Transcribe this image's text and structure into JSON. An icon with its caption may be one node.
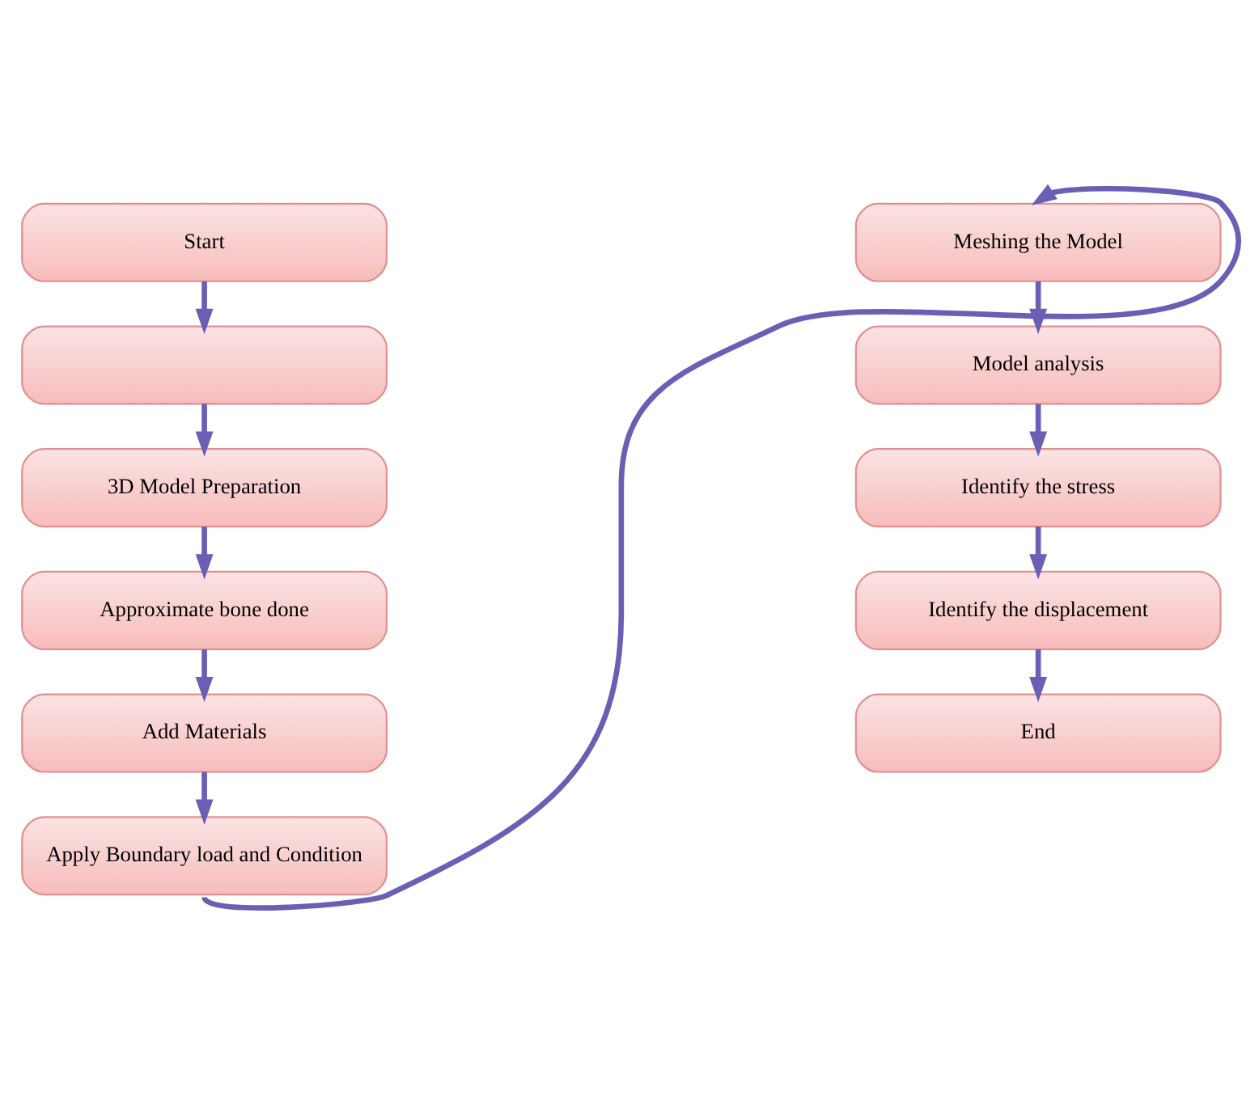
{
  "diagram": {
    "nodes": [
      {
        "text": [
          "Start"
        ]
      },
      {
        "text": [],
        "shape": "box"
      },
      {
        "text": [
          "3D Model Preparation"
        ]
      },
      {
        "text": [
          "Approximate bone done"
        ]
      },
      {
        "text": [
          "Add Materials"
        ]
      },
      {
        "text": [
          "Apply Boundary load and Condition"
        ]
      },
      {
        "text": [
          "Meshing the Model"
        ]
      },
      {
        "text": [
          "Model analysis"
        ]
      },
      {
        "text": [
          "Identify the stress"
        ]
      },
      {
        "text": [
          "Identify the displacement"
        ]
      },
      {
        "text": [
          "End"
        ]
      }
    ],
    "edges": [
      {
        "from": 0,
        "to": 1,
        "arrow": "to"
      },
      {
        "from": 1,
        "to": 2,
        "arrow": "to"
      },
      {
        "from": 2,
        "to": 3,
        "arrow": "to"
      },
      {
        "from": 3,
        "to": 4,
        "arrow": "to"
      },
      {
        "from": 4,
        "to": 5,
        "arrow": "to"
      },
      {
        "from": 5,
        "to": 6,
        "arrow": "to"
      },
      {
        "from": 6,
        "to": 7,
        "arrow": "to"
      },
      {
        "from": 7,
        "to": 8,
        "arrow": "to"
      },
      {
        "from": 8,
        "to": 9,
        "arrow": "to"
      },
      {
        "from": 9,
        "to": 10,
        "arrow": "to"
      }
    ]
  }
}
